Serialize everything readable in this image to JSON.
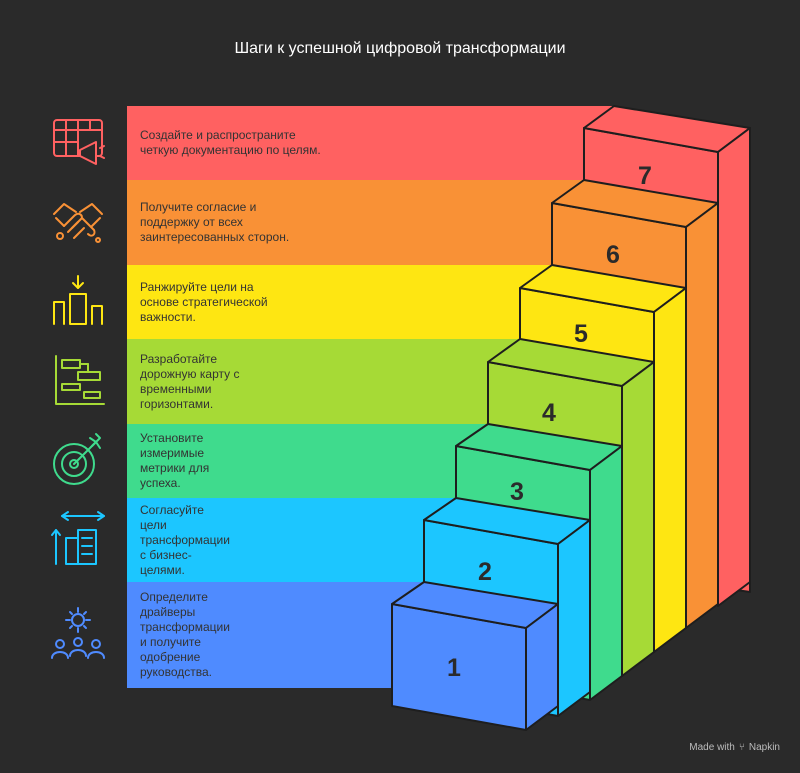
{
  "title": "Шаги к успешной цифровой трансформации",
  "steps": [
    {
      "number": "1",
      "text": "Определите драйверы трансформации и получите одобрение руководства.",
      "color": "#4F8BFF",
      "icon": "team-gear-icon"
    },
    {
      "number": "2",
      "text": "Согласуйте цели трансформации с бизнес-целями.",
      "color": "#1CC6FF",
      "icon": "building-growth-icon"
    },
    {
      "number": "3",
      "text": "Установите измеримые метрики для успеха.",
      "color": "#3FDB8D",
      "icon": "target-arrow-icon"
    },
    {
      "number": "4",
      "text": "Разработайте дорожную карту с временными горизонтами.",
      "color": "#A6DA36",
      "icon": "gantt-chart-icon"
    },
    {
      "number": "5",
      "text": "Ранжируйте цели на основе стратегической важности.",
      "color": "#FEE612",
      "icon": "ranking-icon"
    },
    {
      "number": "6",
      "text": "Получите согласие и поддержку от всех заинтересованных сторон.",
      "color": "#F99136",
      "icon": "handshake-icon"
    },
    {
      "number": "7",
      "text": "Создайте и распространите четкую документацию по целям.",
      "color": "#FF6161",
      "icon": "megaphone-calendar-icon"
    }
  ],
  "footer": {
    "made_with": "Made with",
    "brand": "Napkin"
  }
}
